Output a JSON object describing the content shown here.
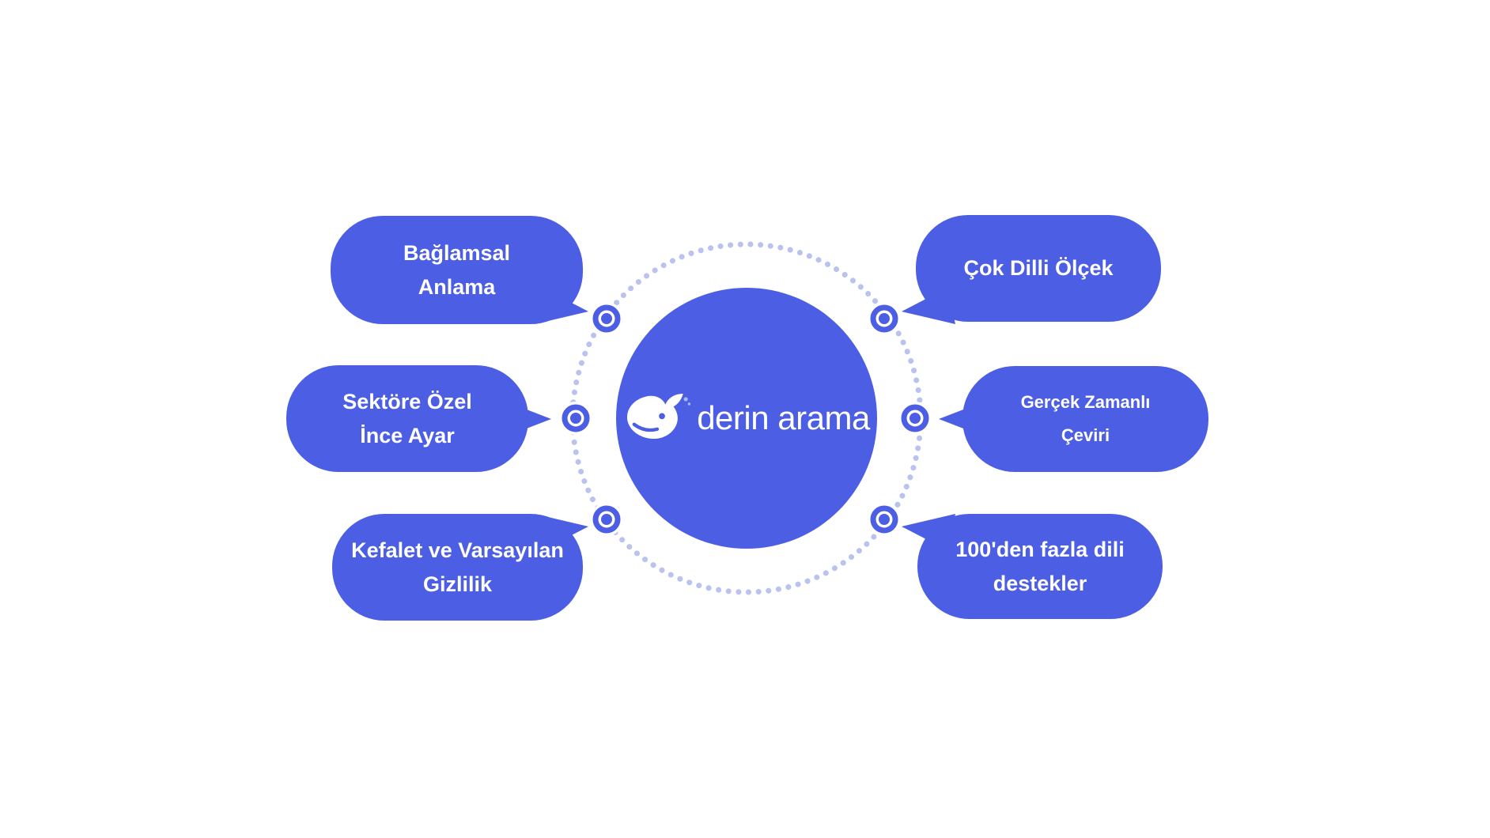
{
  "center": {
    "label": "derin arama",
    "logo": "whale-icon"
  },
  "bubbles": [
    {
      "id": "contextual-understanding",
      "lines": [
        "Bağlamsal",
        "Anlama"
      ]
    },
    {
      "id": "industry-fine-tuning",
      "lines": [
        "Sektöre Özel",
        "İnce Ayar"
      ]
    },
    {
      "id": "privacy-defaults",
      "lines": [
        "Kefalet ve Varsayılan",
        "Gizlilik"
      ]
    },
    {
      "id": "multilingual-scale",
      "lines": [
        "Çok Dilli Ölçek"
      ]
    },
    {
      "id": "realtime-translation",
      "lines": [
        "Gerçek Zamanlı",
        "Çeviri"
      ]
    },
    {
      "id": "language-support",
      "lines": [
        "100'den fazla dili",
        "destekler"
      ]
    }
  ],
  "colors": {
    "primary": "#4c5ee4",
    "ring": "#b9c3ee",
    "text": "#ffffff",
    "sparkle": "#a9bcf5",
    "bg": "#ffffff"
  }
}
